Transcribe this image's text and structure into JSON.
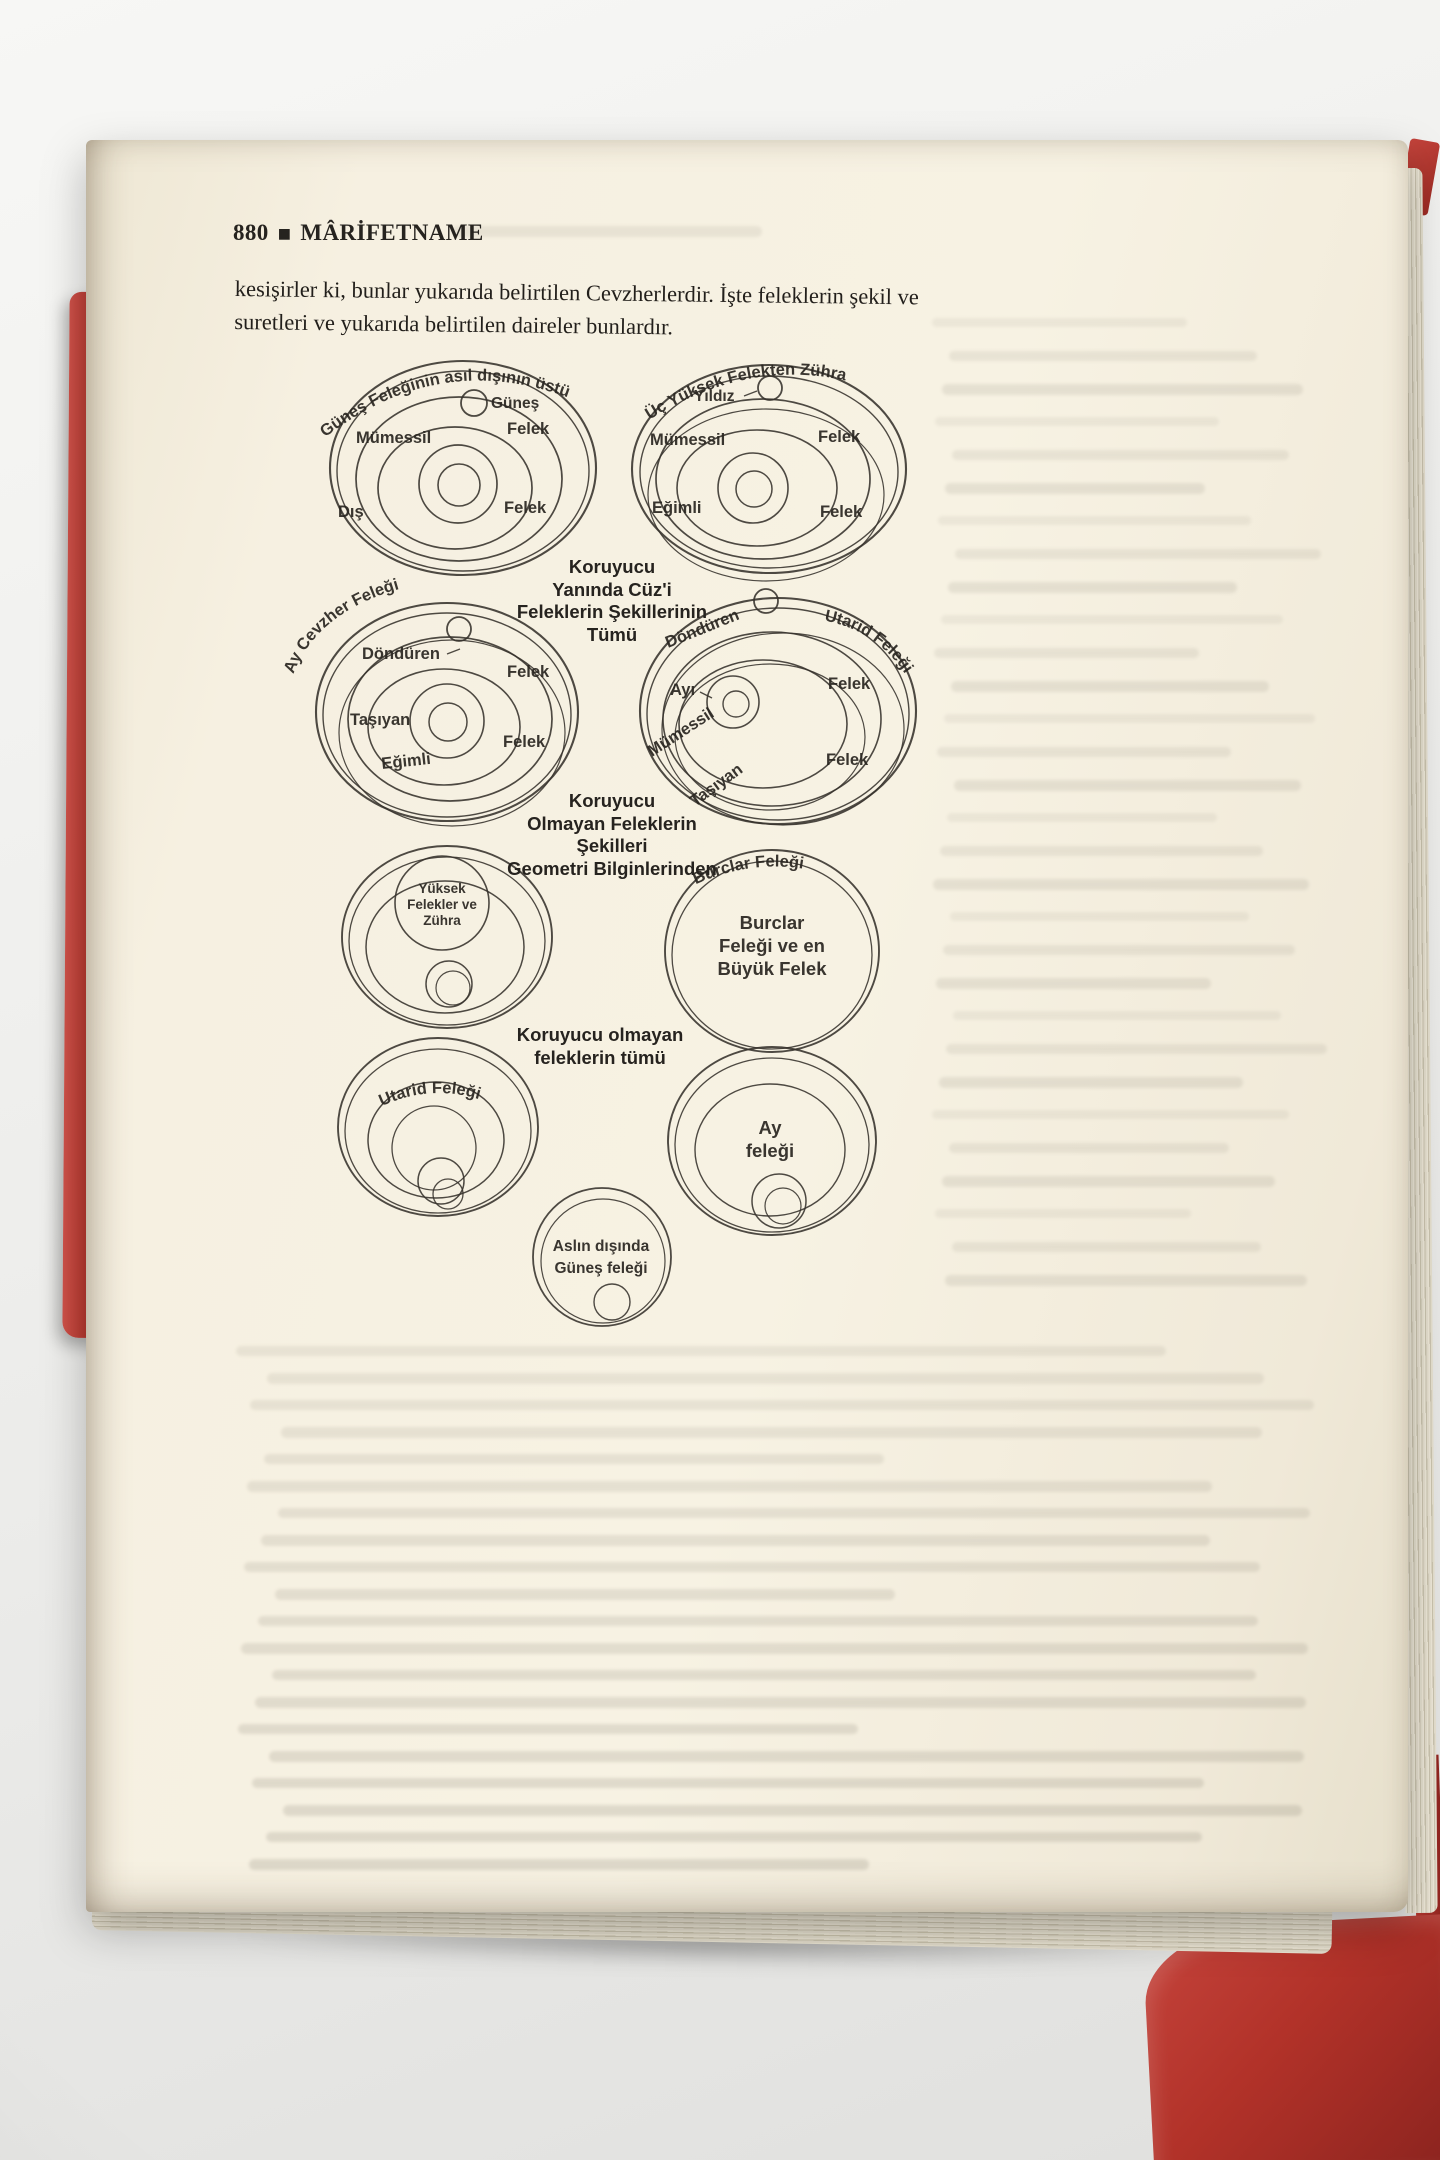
{
  "header": {
    "page_number": "880",
    "separator": "■",
    "title": "MÂRİFETNAME"
  },
  "paragraph": {
    "line1": "kesişirler ki, bunlar yukarıda belirtilen Cevzherlerdir. İşte feleklerin şekil ve",
    "line2": "suretleri ve yukarıda belirtilen daireler bunlardır."
  },
  "captions": {
    "mid1": [
      "Koruyucu",
      "Yanında Cüz'i",
      "Feleklerin Şekillerinin",
      "Tümü"
    ],
    "mid2": [
      "Koruyucu",
      "Olmayan Feleklerin",
      "Şekilleri",
      "Geometri Bilginlerinden"
    ],
    "mid3": [
      "Koruyucu olmayan",
      "feleklerin tümü"
    ]
  },
  "diagrams": {
    "sun_sphere": {
      "arc_label": "Güneş Feleğinin asıl dışının üstü",
      "sun": "Güneş",
      "felek_upper": "Felek",
      "mumessil": "Mümessil",
      "felek_lower": "Felek",
      "dis": "Dış"
    },
    "zuhra_sphere": {
      "arc_label": "Üç Yüksek Felekten Zühra",
      "yildiz": "Yıldız",
      "mumessil": "Mümessil",
      "felek_upper": "Felek",
      "egimli": "Eğimli",
      "felek_lower": "Felek"
    },
    "moon_sphere": {
      "arc_label": "Ay Cevzher Feleği",
      "donduren": "Döndüren",
      "felek_upper": "Felek",
      "tasiyan": "Taşıyan",
      "felek_lower": "Felek",
      "egimli": "Eğimli"
    },
    "utarid_sphere": {
      "arc_label": "Utarid Feleği",
      "donduren": "Döndüren",
      "ayi": "Ayı",
      "felek_upper": "Felek",
      "mumessil": "Mümessil",
      "felek_lower": "Felek",
      "tasiyan": "Taşıyan"
    },
    "high_spheres": {
      "center": [
        "Yüksek",
        "Felekler ve",
        "Zühra"
      ]
    },
    "burclar_sphere": {
      "arc_label": "Burclar Feleği",
      "center": [
        "Burclar",
        "Feleği ve en",
        "Büyük Felek"
      ]
    },
    "utarid_small": {
      "arc_label": "Utarid Feleği"
    },
    "moon_small": {
      "center": [
        "Ay",
        "feleği"
      ]
    },
    "sun_outside": {
      "center": [
        "Aslın dışında",
        "Güneş feleği"
      ]
    }
  },
  "colors": {
    "cover": "#b23329",
    "page": "#f5efe1",
    "ink": "#2a2723"
  }
}
